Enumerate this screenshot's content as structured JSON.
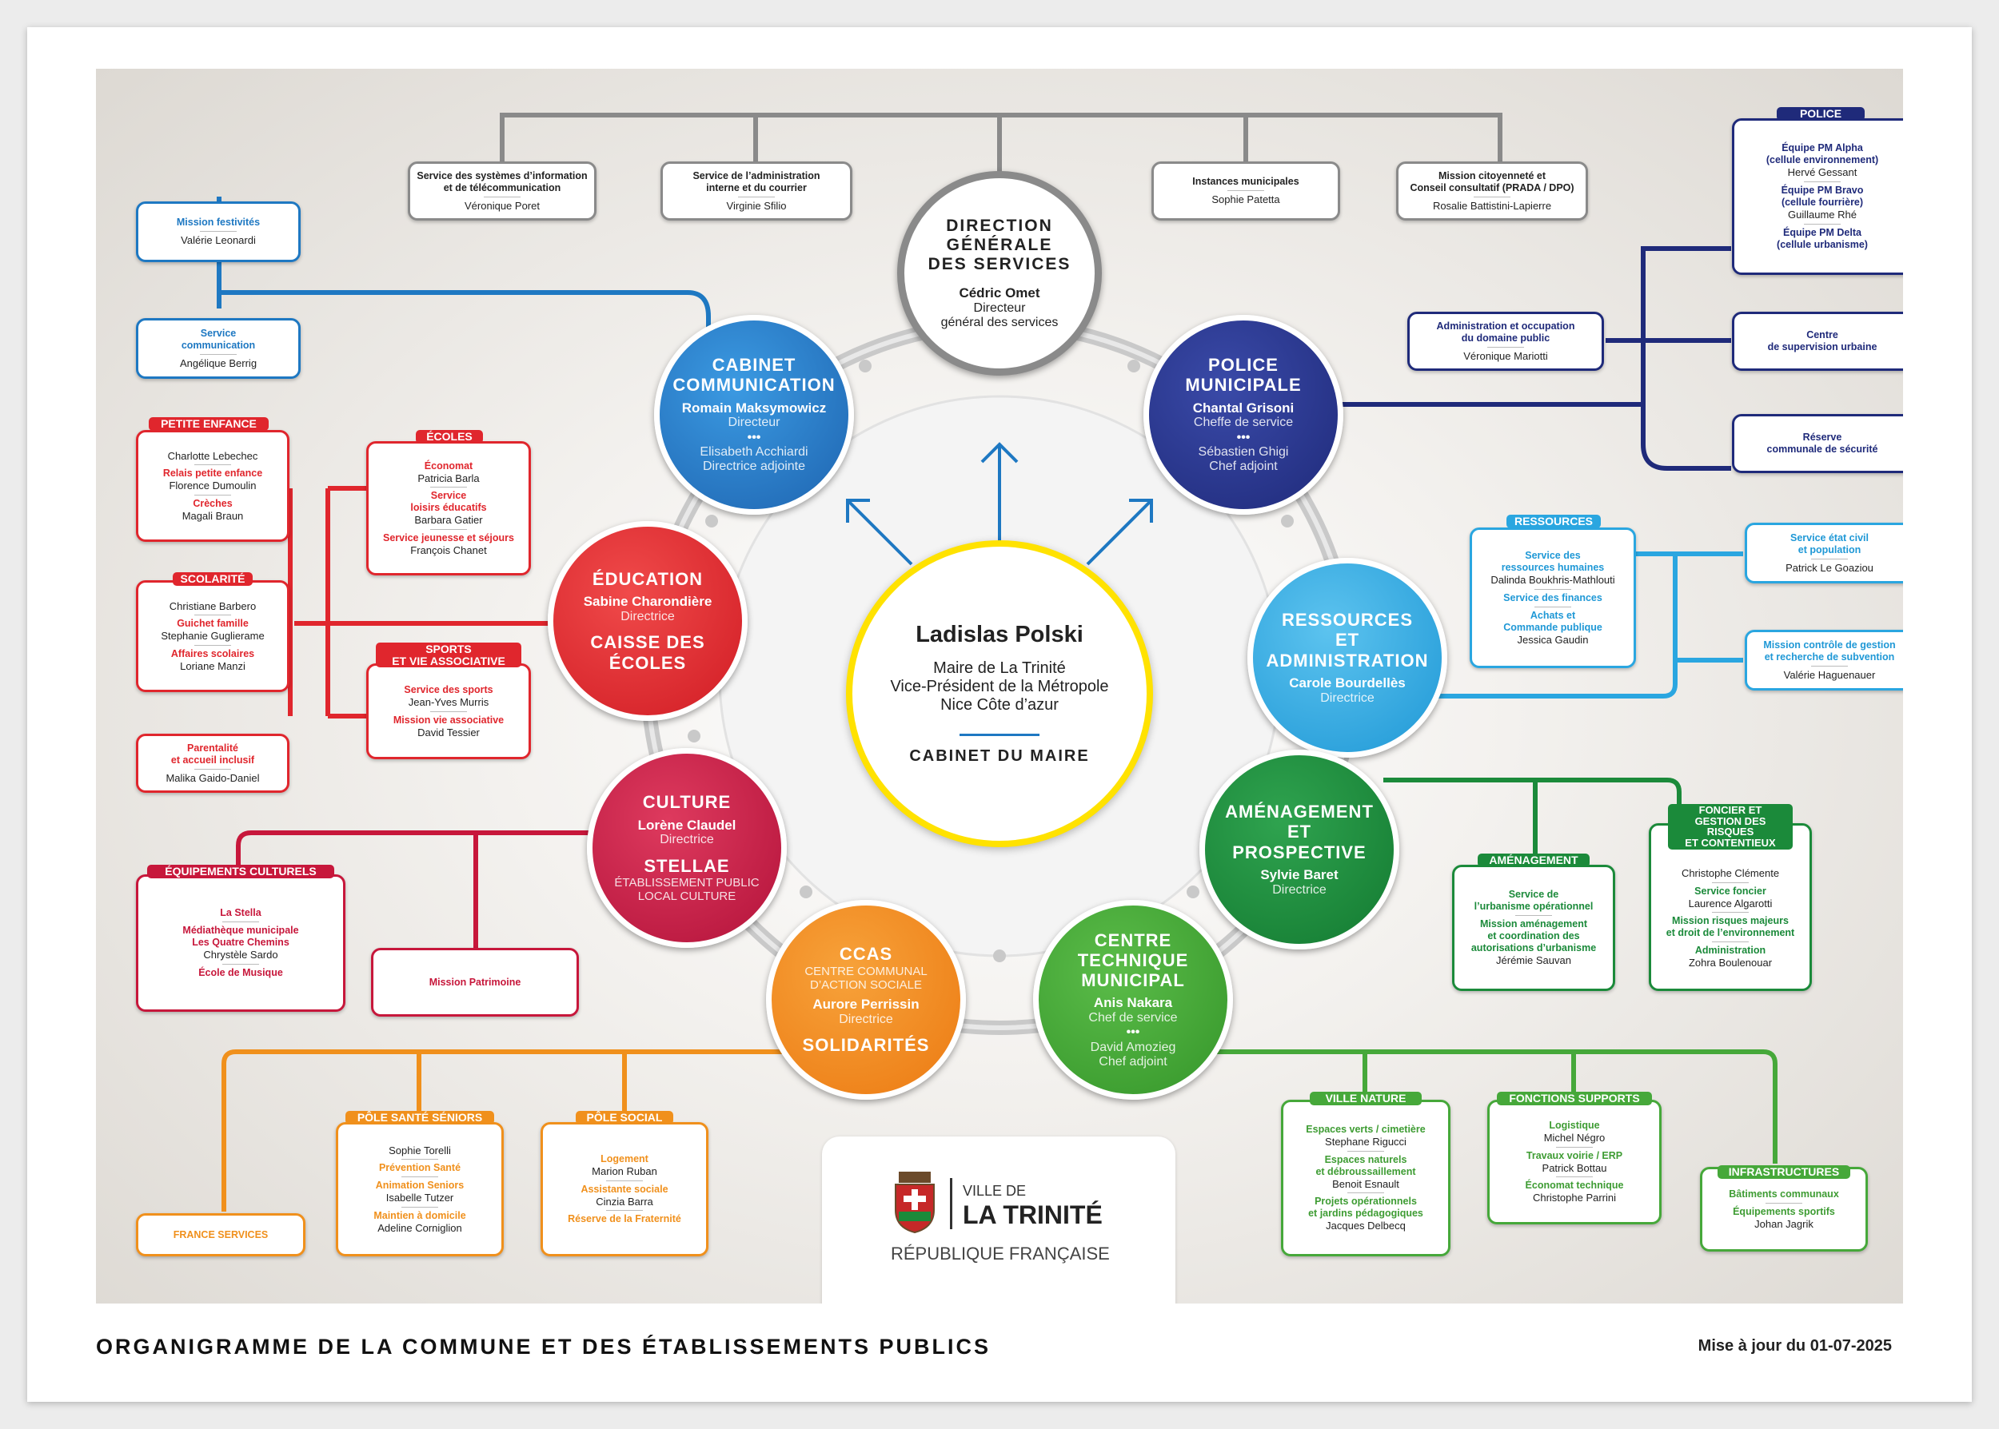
{
  "footer": {
    "title": "ORGANIGRAMME DE LA COMMUNE ET DES ÉTABLISSEMENTS PUBLICS",
    "updated": "Mise à jour du 01-07-2025"
  },
  "center": {
    "name": "Ladislas Polski",
    "role1": "Maire de La Trinité",
    "role2": "Vice-Président de la Métropole",
    "role3": "Nice Côte d’azur",
    "cabinet": "CABINET DU MAIRE"
  },
  "logo": {
    "ville": "VILLE DE",
    "name": "LA TRINITÉ",
    "rf": "RÉPUBLIQUE FRANÇAISE"
  },
  "dgs": {
    "title": "DIRECTION\nGÉNÉRALE\nDES SERVICES",
    "person": "Cédric Omet",
    "role": "Directeur\ngénéral des services"
  },
  "cabinet": {
    "title": "CABINET\nCOMMUNICATION",
    "p1": "Romain Maksymowicz",
    "r1": "Directeur",
    "dots": "•••",
    "p2": "Elisabeth Acchiardi",
    "r2": "Directrice adjointe"
  },
  "police": {
    "title": "POLICE\nMUNICIPALE",
    "p1": "Chantal Grisoni",
    "r1": "Cheffe de service",
    "dots": "•••",
    "p2": "Sébastien Ghigi",
    "r2": "Chef adjoint"
  },
  "education": {
    "title": "ÉDUCATION",
    "p1": "Sabine Charondière",
    "r1": "Directrice",
    "title2": "CAISSE DES\nÉCOLES"
  },
  "ressources": {
    "title": "RESSOURCES\nET\nADMINISTRATION",
    "p1": "Carole Bourdellès",
    "r1": "Directrice"
  },
  "culture": {
    "title": "CULTURE",
    "p1": "Lorène Claudel",
    "r1": "Directrice",
    "title2": "STELLAE",
    "sub": "ÉTABLISSEMENT PUBLIC\nLOCAL CULTURE"
  },
  "amenagement": {
    "title": "AMÉNAGEMENT\nET\nPROSPECTIVE",
    "p1": "Sylvie Baret",
    "r1": "Directrice"
  },
  "ccas": {
    "title": "CCAS",
    "sub": "CENTRE COMMUNAL\nD’ACTION SOCIALE",
    "p1": "Aurore Perrissin",
    "r1": "Directrice",
    "title2": "SOLIDARITÉS"
  },
  "ctm": {
    "title": "CENTRE\nTECHNIQUE\nMUNICIPAL",
    "p1": "Anis Nakara",
    "r1": "Chef de service",
    "dots": "•••",
    "p2": "David Amozieg",
    "r2": "Chef adjoint"
  },
  "top_boxes": [
    {
      "t": "Service des systèmes d’information\net de télécommunication",
      "p": "Véronique Poret"
    },
    {
      "t": "Service de l’administration\ninterne et du courrier",
      "p": "Virginie Sfilio"
    },
    {
      "t": "Instances municipales",
      "p": "Sophie Patetta"
    },
    {
      "t": "Mission citoyenneté et\nConseil consultatif (PRADA / DPO)",
      "p": "Rosalie Battistini-Lapierre"
    }
  ],
  "comm_boxes": [
    {
      "t": "Mission festivités",
      "p": "Valérie Leonardi"
    },
    {
      "t": "Service\ncommunication",
      "p": "Angélique Berrig"
    }
  ],
  "police_boxes": {
    "tag": "POLICE",
    "group": [
      {
        "t": "Équipe PM Alpha\n(cellule environnement)",
        "p": "Hervé Gessant"
      },
      {
        "t": "Équipe PM Bravo\n(cellule fourrière)",
        "p": "Guillaume Rhé"
      },
      {
        "t": "Équipe PM Delta\n(cellule urbanisme)",
        "p": ""
      }
    ],
    "admin": {
      "t": "Administration et occupation\ndu domaine public",
      "p": "Véronique Mariotti"
    },
    "centre": {
      "t": "Centre\nde supervision urbaine"
    },
    "reserve": {
      "t": "Réserve\ncommunale de sécurité"
    }
  },
  "ressources_boxes": {
    "tag": "RESSOURCES",
    "main": [
      {
        "t": "Service des\nressources humaines",
        "p": "Dalinda Boukhris-Mathlouti"
      },
      {
        "t": "Service des finances",
        "p": ""
      },
      {
        "t": "Achats et\nCommande publique",
        "p": "Jessica Gaudin"
      }
    ],
    "etat": {
      "t": "Service état civil\net population",
      "p": "Patrick Le Goaziou"
    },
    "controle": {
      "t": "Mission contrôle de gestion\net recherche de subvention",
      "p": "Valérie Haguenauer"
    }
  },
  "education_boxes": {
    "petite": {
      "tag": "PETITE ENFANCE",
      "items": [
        {
          "t": "",
          "p": "Charlotte Lebechec"
        },
        {
          "t": "Relais petite enfance",
          "p": "Florence Dumoulin"
        },
        {
          "t": "Crèches",
          "p": "Magali Braun"
        }
      ]
    },
    "scolarite": {
      "tag": "SCOLARITÉ",
      "items": [
        {
          "t": "",
          "p": "Christiane Barbero"
        },
        {
          "t": "Guichet famille",
          "p": "Stephanie Guglierame"
        },
        {
          "t": "Affaires scolaires",
          "p": "Loriane Manzi"
        }
      ]
    },
    "parent": {
      "t": "Parentalité\net accueil inclusif",
      "p": "Malika Gaido-Daniel"
    },
    "ecoles": {
      "tag": "ÉCOLES",
      "items": [
        {
          "t": "Économat",
          "p": "Patricia Barla"
        },
        {
          "t": "Service\nloisirs éducatifs",
          "p": "Barbara Gatier"
        },
        {
          "t": "Service jeunesse et séjours",
          "p": "François Chanet"
        }
      ]
    },
    "sports": {
      "tag": "SPORTS\nET VIE ASSOCIATIVE",
      "items": [
        {
          "t": "Service des sports",
          "p": "Jean-Yves Murris"
        },
        {
          "t": "Mission vie associative",
          "p": "David Tessier"
        }
      ]
    }
  },
  "culture_boxes": {
    "equip": {
      "tag": "ÉQUIPEMENTS CULTURELS",
      "items": [
        {
          "t": "La Stella",
          "p": ""
        },
        {
          "t": "Médiathèque municipale\nLes Quatre Chemins",
          "p": "Chrystèle Sardo"
        },
        {
          "t": "École de Musique",
          "p": ""
        }
      ]
    },
    "patrimoine": {
      "t": "Mission Patrimoine"
    }
  },
  "amenagement_boxes": {
    "amen": {
      "tag": "AMÉNAGEMENT",
      "items": [
        {
          "t": "Service de\nl’urbanisme opérationnel",
          "p": ""
        },
        {
          "t": "Mission aménagement\net coordination des\nautorisations d’urbanisme",
          "p": "Jérémie Sauvan"
        }
      ]
    },
    "foncier": {
      "tag": "FONCIER ET\nGESTION DES RISQUES\nET CONTENTIEUX",
      "items": [
        {
          "t": "",
          "p": "Christophe Clémente"
        },
        {
          "t": "Service foncier",
          "p": "Laurence Algarotti"
        },
        {
          "t": "Mission risques majeurs\net droit de l’environnement",
          "p": ""
        },
        {
          "t": "Administration",
          "p": "Zohra Boulenouar"
        }
      ]
    }
  },
  "ccas_boxes": {
    "france": {
      "t": "FRANCE SERVICES"
    },
    "seniors": {
      "tag": "PÔLE SANTÉ SÉNIORS",
      "items": [
        {
          "t": "",
          "p": "Sophie Torelli"
        },
        {
          "t": "Prévention Santé",
          "p": ""
        },
        {
          "t": "Animation Seniors",
          "p": "Isabelle Tutzer"
        },
        {
          "t": "Maintien à domicile",
          "p": "Adeline Corniglion"
        }
      ]
    },
    "social": {
      "tag": "PÔLE SOCIAL",
      "items": [
        {
          "t": "Logement",
          "p": "Marion Ruban"
        },
        {
          "t": "Assistante sociale",
          "p": "Cinzia Barra"
        },
        {
          "t": "Réserve de la Fraternité",
          "p": ""
        }
      ]
    }
  },
  "ctm_boxes": {
    "nature": {
      "tag": "VILLE NATURE",
      "items": [
        {
          "t": "Espaces verts / cimetière",
          "p": "Stephane Rigucci"
        },
        {
          "t": "Espaces naturels\net débroussaillement",
          "p": "Benoit Esnault"
        },
        {
          "t": "Projets opérationnels\net jardins pédagogiques",
          "p": "Jacques Delbecq"
        }
      ]
    },
    "fonctions": {
      "tag": "FONCTIONS SUPPORTS",
      "items": [
        {
          "t": "Logistique",
          "p": "Michel Négro"
        },
        {
          "t": "Travaux voirie / ERP",
          "p": "Patrick Bottau"
        },
        {
          "t": "Économat technique",
          "p": "Christophe Parrini"
        }
      ]
    },
    "infra": {
      "tag": "INFRASTRUCTURES",
      "items": [
        {
          "t": "Bâtiments communaux",
          "p": ""
        },
        {
          "t": "Équipements sportifs",
          "p": "Johan Jagrik"
        }
      ]
    }
  },
  "colors": {
    "grey": "#8a8a8a",
    "blue": "#1e78c2",
    "navy": "#1f2a7a",
    "red": "#e0262d",
    "lightblue": "#2aa6e0",
    "crimson": "#c7173b",
    "green": "#1b8a3a",
    "orange": "#f0901c",
    "lightgreen": "#46a83a",
    "yellow": "#ffe200"
  }
}
